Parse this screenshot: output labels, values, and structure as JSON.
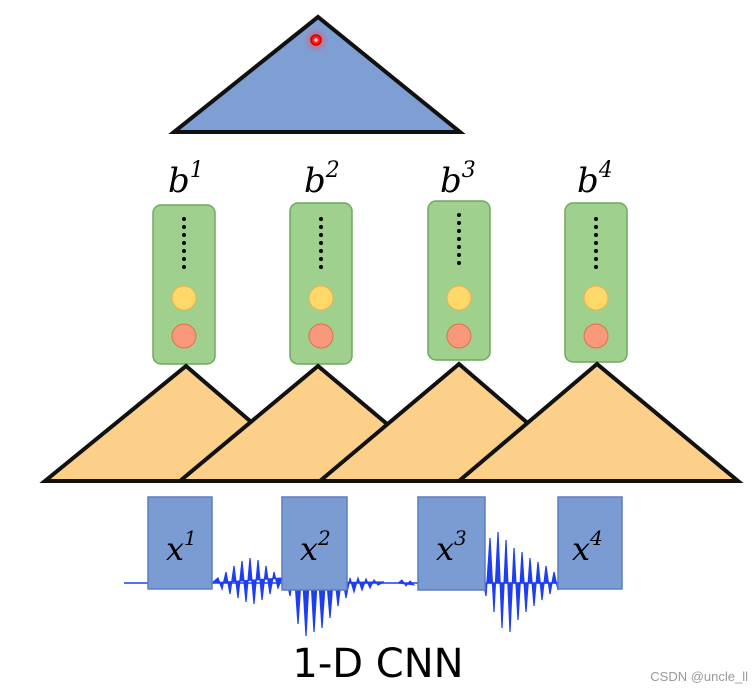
{
  "diagram": {
    "caption": "1-D CNN",
    "watermark": "CSDN @uncle_ll",
    "outputs": [
      {
        "base": "b",
        "sup": "1"
      },
      {
        "base": "b",
        "sup": "2"
      },
      {
        "base": "b",
        "sup": "3"
      },
      {
        "base": "b",
        "sup": "4"
      }
    ],
    "inputs": [
      {
        "base": "x",
        "sup": "1"
      },
      {
        "base": "x",
        "sup": "2"
      },
      {
        "base": "x",
        "sup": "3"
      },
      {
        "base": "x",
        "sup": "4"
      }
    ]
  },
  "colors": {
    "top_triangle": "#7f9ed4",
    "filter_triangle": "#fdd08a",
    "vector_box": "#9fd08e",
    "vector_box_border": "#6fa85f",
    "dot_yellow": "#ffd86a",
    "dot_red": "#f9987a",
    "input_box": "#7b9bd3",
    "waveform": "#1f3ef2",
    "highlight": "#ff1a1a"
  }
}
